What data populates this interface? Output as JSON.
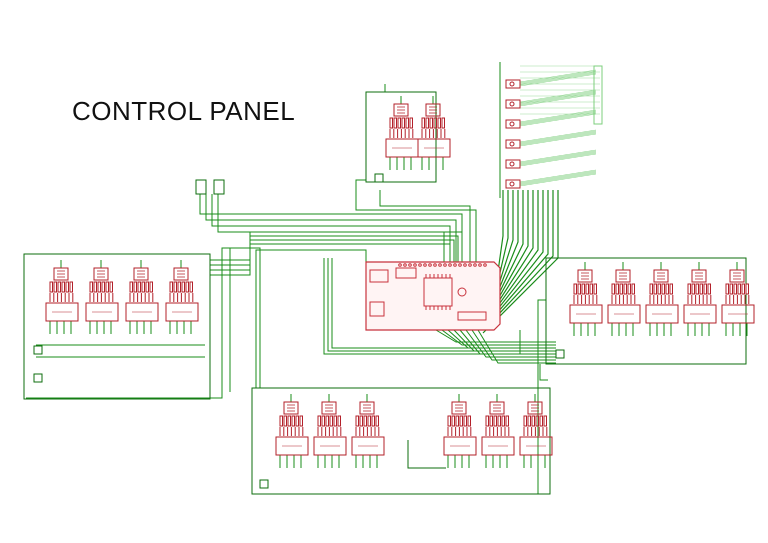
{
  "title": "CONTROL PANEL",
  "colors": {
    "wire": "#1a8c1a",
    "part": "#b3202a",
    "outline": "#0e6e0e",
    "board": "#c8323c"
  },
  "modules": [
    {
      "name": "left-module",
      "digits": 4
    },
    {
      "name": "top-module",
      "digits": 2
    },
    {
      "name": "right-module",
      "digits": 5
    },
    {
      "name": "bottom-module",
      "digits": 6
    }
  ],
  "led_column": {
    "rows": 6
  }
}
